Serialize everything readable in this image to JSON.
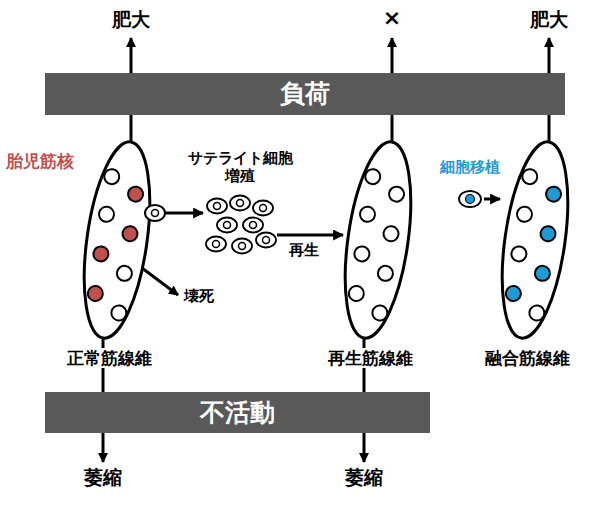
{
  "diagram": {
    "nodes": [
      {
        "text": [
          "負荷"
        ]
      },
      {
        "text": [
          "正常筋線維"
        ]
      },
      {
        "text": [
          "サテライト細胞 増殖"
        ]
      },
      {
        "text": [
          "再生筋線維"
        ]
      },
      {
        "text": [
          "細胞移植"
        ]
      },
      {
        "text": [
          "融合筋線維"
        ]
      },
      {
        "text": [
          "不活動"
        ]
      }
    ],
    "edges": [
      {
        "from": 1,
        "to": 2,
        "arrow": "to"
      },
      {
        "from": 2,
        "to": 3,
        "label": "再生",
        "arrow": "to"
      },
      {
        "from": 4,
        "to": 5,
        "arrow": "to"
      }
    ],
    "labels": [
      "肥大",
      "×",
      "肥大",
      "胎児筋核",
      "壊死",
      "萎縮",
      "萎縮"
    ]
  }
}
